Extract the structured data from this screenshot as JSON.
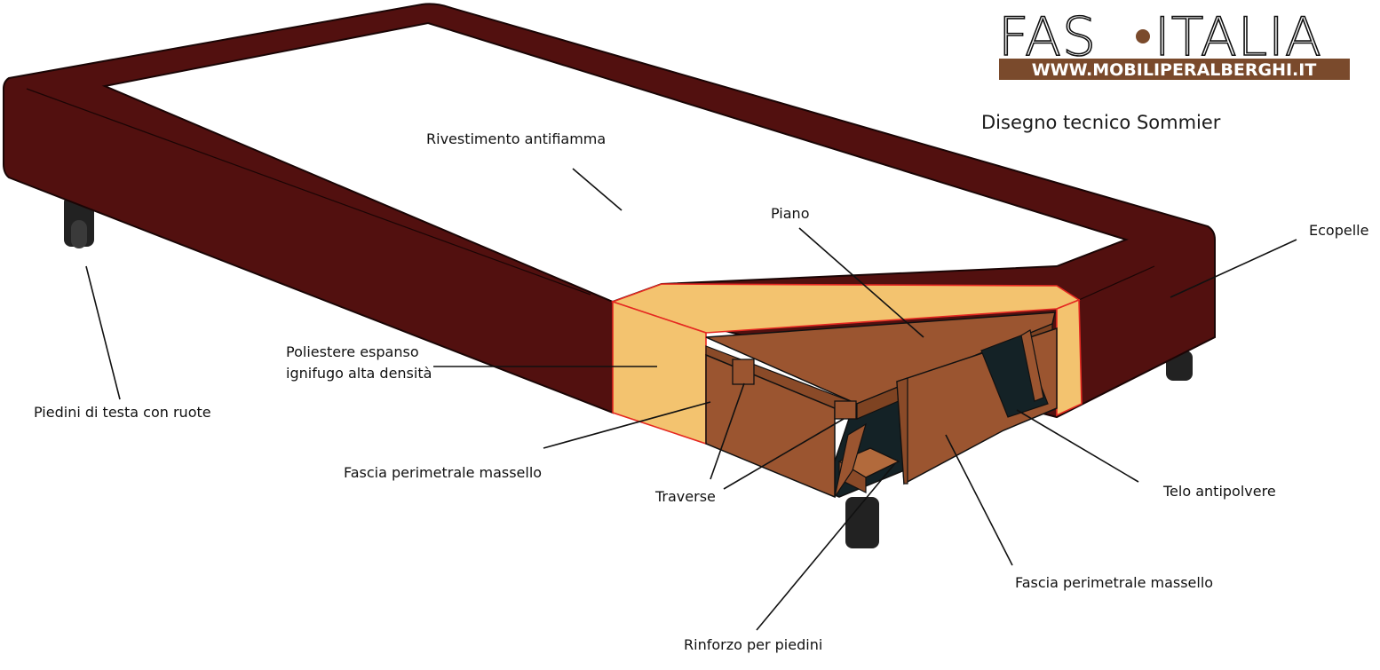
{
  "logo": {
    "brand_left": "FAS",
    "brand_right": "ITALIA",
    "url": "WWW.MOBILIPERALBERGHI.IT"
  },
  "diagram": {
    "title": "Disegno tecnico Sommier",
    "labels": {
      "rivestimento": "Rivestimento antifiamma",
      "piano": "Piano",
      "ecopelle": "Ecopelle",
      "poliestere_1": "Poliestere espanso",
      "poliestere_2": "ignifugo alta densità",
      "piedini_testa": "Piedini di testa con ruote",
      "fascia_left": "Fascia perimetrale massello",
      "traverse": "Traverse",
      "telo": "Telo antipolvere",
      "fascia_right": "Fascia perimetrale massello",
      "rinforzo": "Rinforzo per piedini"
    }
  },
  "colors": {
    "frame": "#52100f",
    "foam": "#f3c36f",
    "foam_edge": "#e52821",
    "wood": "#9b5530",
    "dust_cloth": "#142226",
    "legs": "#222222",
    "logo_band": "#7a4a2c"
  }
}
